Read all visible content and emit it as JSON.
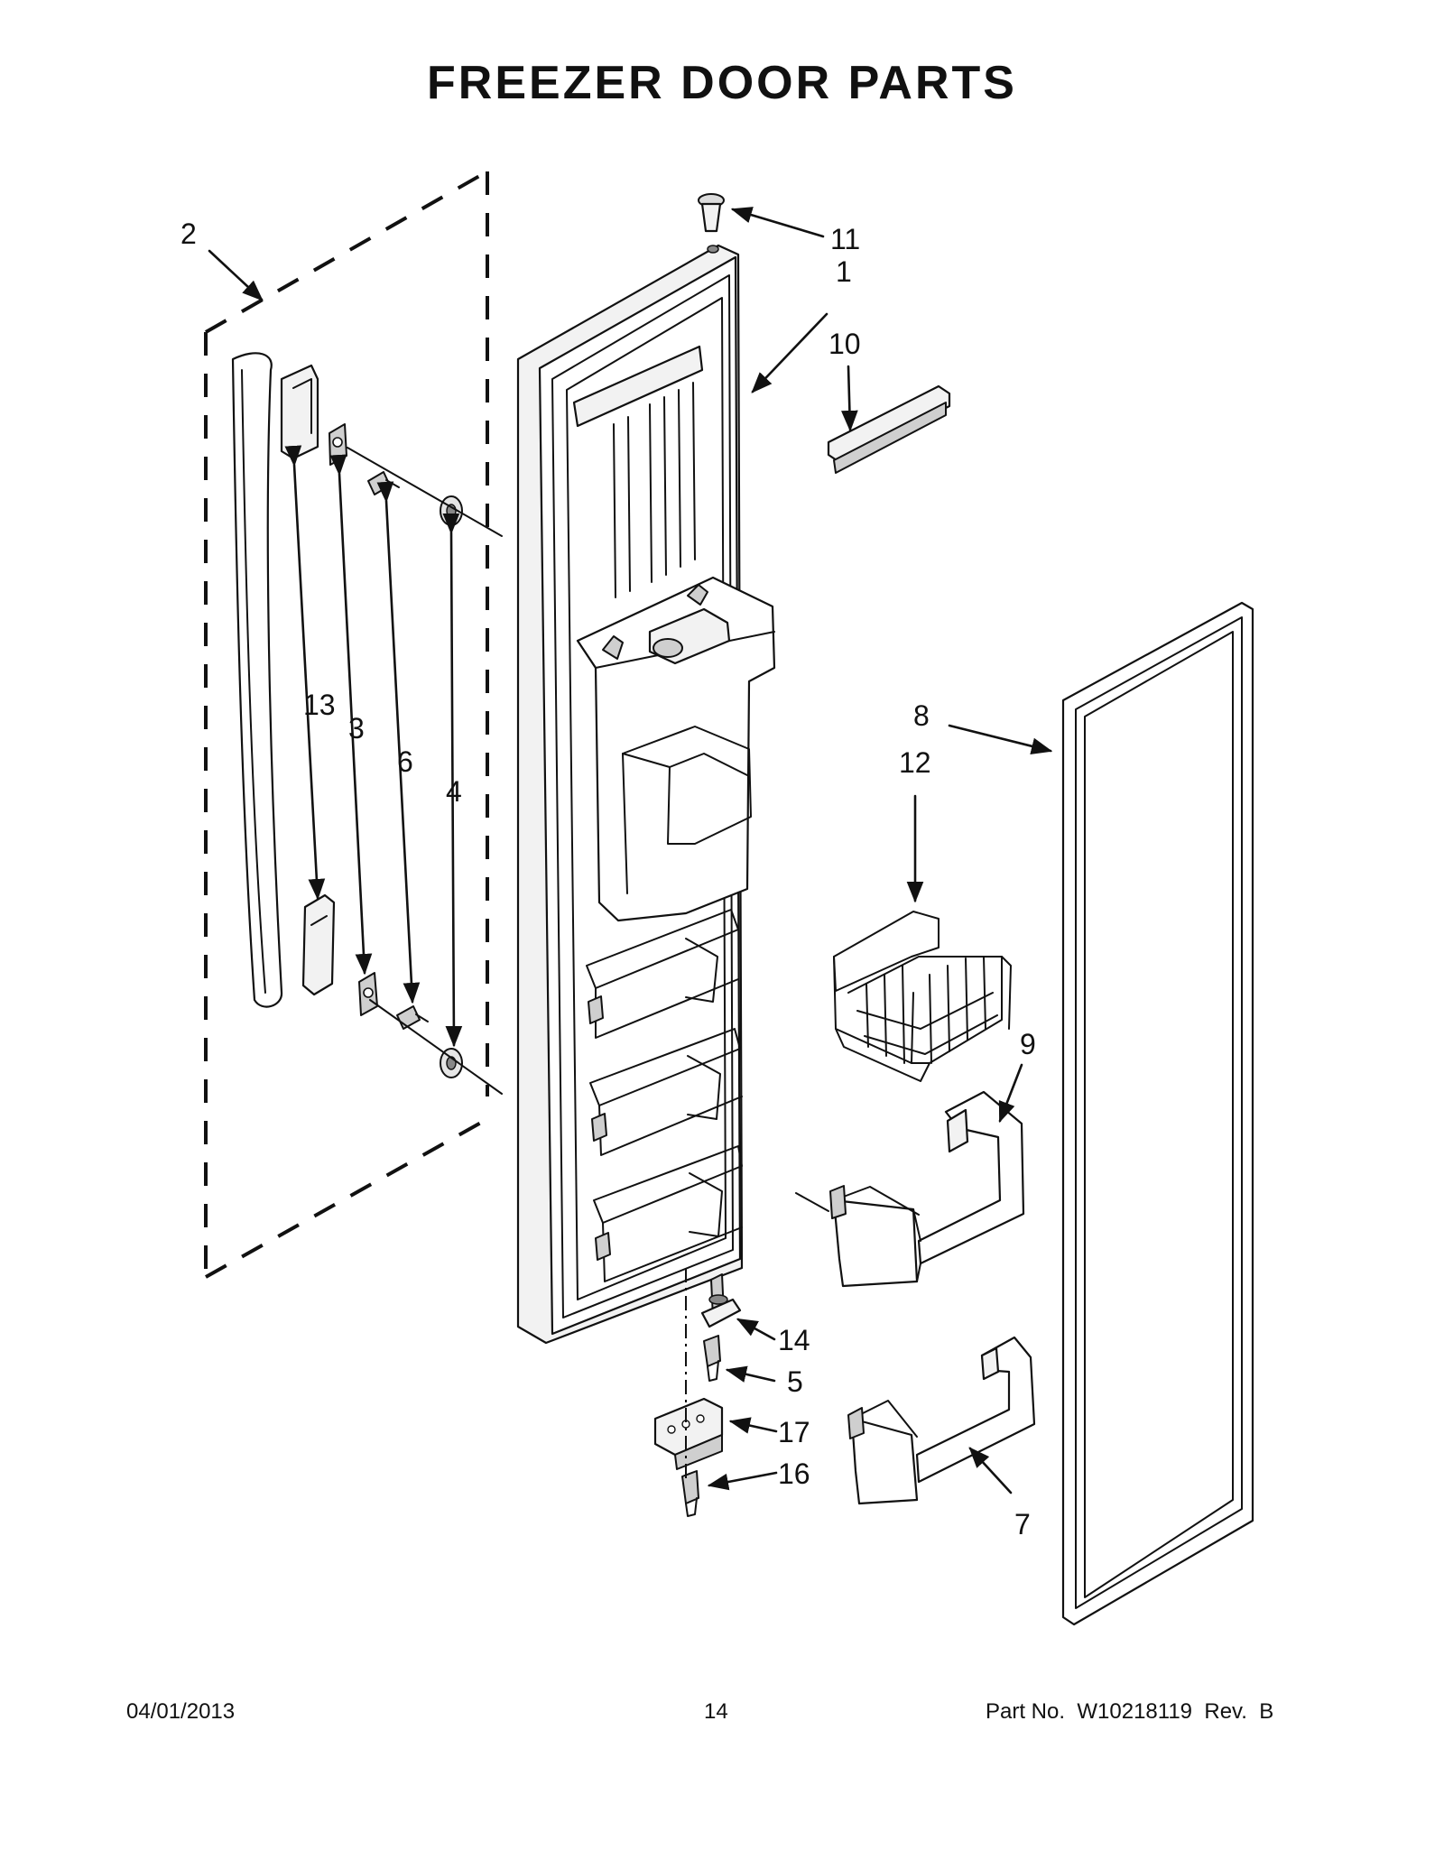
{
  "title": "FREEZER DOOR PARTS",
  "callouts": {
    "c1": "1",
    "c2": "2",
    "c3": "3",
    "c4": "4",
    "c5": "5",
    "c6": "6",
    "c7": "7",
    "c8": "8",
    "c9": "9",
    "c10": "10",
    "c11": "11",
    "c12": "12",
    "c13": "13",
    "c14": "14",
    "c16": "16",
    "c17": "17"
  },
  "footer": {
    "date": "04/01/2013",
    "page": "14",
    "part_no": "Part No.  W10218119  Rev.  B"
  }
}
